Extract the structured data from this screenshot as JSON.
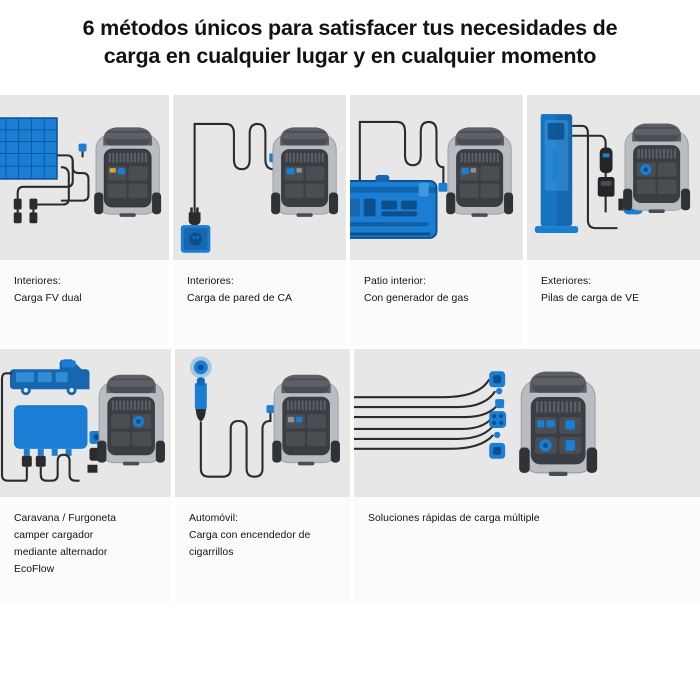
{
  "header": {
    "title_line1": "6 métodos únicos para satisfacer tus necesidades de",
    "title_line2": "carga en cualquier lugar y en cualquier momento"
  },
  "colors": {
    "background": "#ffffff",
    "card_body": "#fbfbfb",
    "art_panel": "#e7e7e7",
    "text": "#111214",
    "brand_blue": "#1a7fd4",
    "deep_blue": "#0d4f8b",
    "mid_blue": "#1667b0",
    "cable": "#2b2b2b",
    "device_body": "#b9bcc0",
    "device_face": "#3a3d42",
    "device_top": "#4a4d52"
  },
  "cards": [
    {
      "id": "interiores-fv-dual",
      "art": "solar-panel-dual-pv",
      "caption_line1": "Interiores:",
      "caption_line2": "Carga FV dual",
      "caption_line3": "",
      "caption_line4": ""
    },
    {
      "id": "interiores-pared-ca",
      "art": "ac-wall-outlet",
      "caption_line1": "Interiores:",
      "caption_line2": "Carga de pared de CA",
      "caption_line3": "",
      "caption_line4": ""
    },
    {
      "id": "patio-generador-gas",
      "art": "gas-generator",
      "caption_line1": "Patio interior:",
      "caption_line2": "Con generador de gas",
      "caption_line3": "",
      "caption_line4": ""
    },
    {
      "id": "exteriores-pilas-ve",
      "art": "ev-charging-pile",
      "caption_line1": "Exteriores:",
      "caption_line2": "Pilas de carga de VE",
      "caption_line3": "",
      "caption_line4": ""
    },
    {
      "id": "caravana-alternador",
      "art": "rv-alternator-charger",
      "caption_line1": "Caravana / Furgoneta",
      "caption_line2": "camper cargador",
      "caption_line3": "mediante alternador",
      "caption_line4": "EcoFlow"
    },
    {
      "id": "automovil-encendedor",
      "art": "car-cigarette-lighter",
      "caption_line1": "Automóvil:",
      "caption_line2": "Carga con encendedor de",
      "caption_line3": "cigarrillos",
      "caption_line4": ""
    },
    {
      "id": "carga-multiple",
      "art": "multi-port-fast-charging",
      "caption_line1": "Soluciones rápidas de carga múltiple",
      "caption_line2": "",
      "caption_line3": "",
      "caption_line4": ""
    }
  ]
}
